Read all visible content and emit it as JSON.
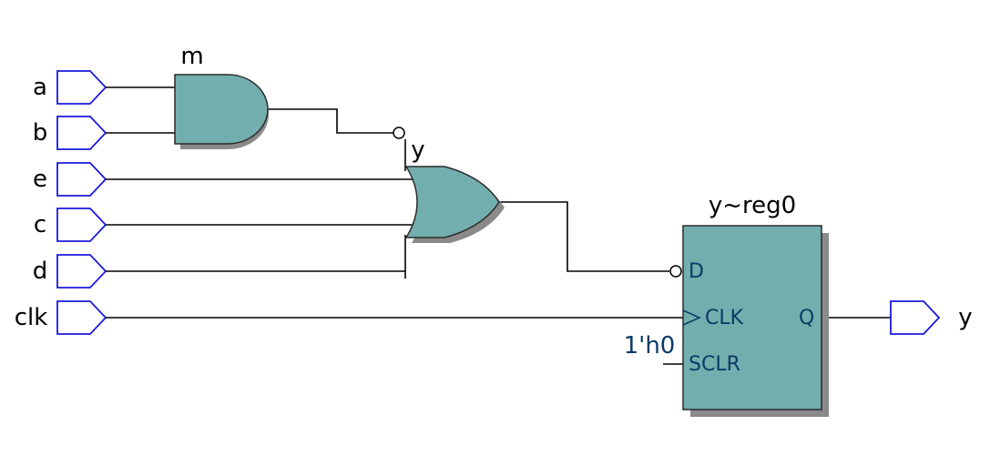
{
  "inputs": [
    {
      "name": "a"
    },
    {
      "name": "b"
    },
    {
      "name": "e"
    },
    {
      "name": "c"
    },
    {
      "name": "d"
    },
    {
      "name": "clk"
    }
  ],
  "output": {
    "name": "y"
  },
  "and_gate": {
    "label": "m"
  },
  "or_gate": {
    "label": "y"
  },
  "register": {
    "label": "y~reg0",
    "pin_d": "D",
    "pin_clk": "CLK",
    "pin_sclr": "SCLR",
    "pin_q": "Q",
    "sclr_const": "1'h0"
  },
  "colors": {
    "port_outline": "#1a1adb",
    "gate_fill": "#73aeae",
    "pin_text": "#0b3b66"
  }
}
